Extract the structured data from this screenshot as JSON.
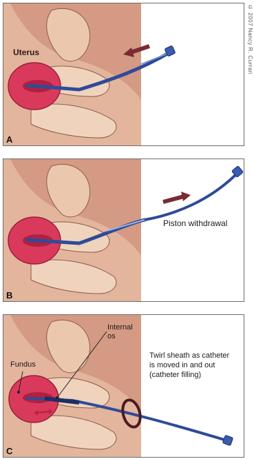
{
  "copyright": "© 2007 Nancy R. Curran",
  "panels": [
    {
      "letter": "A",
      "labels": {
        "uterus": "Uterus"
      }
    },
    {
      "letter": "B",
      "labels": {
        "piston": "Piston withdrawal"
      }
    },
    {
      "letter": "C",
      "labels": {
        "fundus": "Fundus",
        "internal_os": "Internal\nos",
        "twirl": "Twirl sheath as catheter\nis moved in and out\n(catheter filling)"
      }
    }
  ],
  "colors": {
    "skin": "#d9a48e",
    "tissue": "#e8c3a8",
    "uterus": "#d93a5c",
    "uterus_inner": "#b0213f",
    "catheter": "#2e4b9a",
    "arrow": "#7a2a33",
    "outline": "#8a5a4a"
  }
}
